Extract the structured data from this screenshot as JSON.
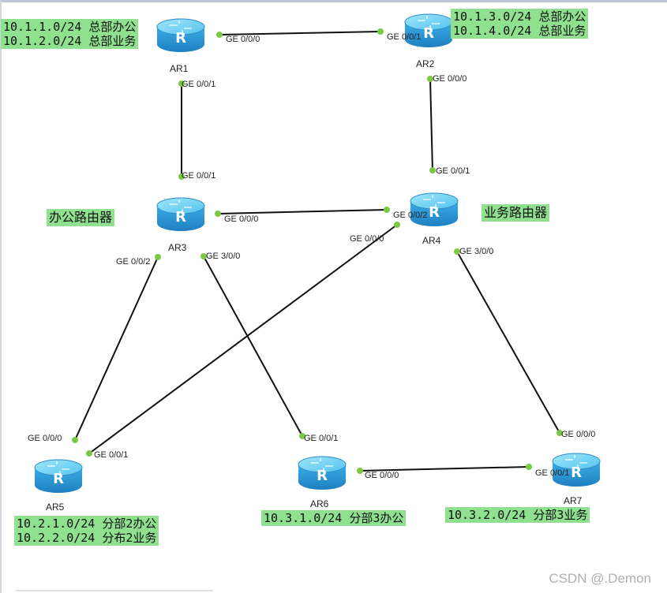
{
  "routers": [
    {
      "id": "AR1",
      "name": "AR1"
    },
    {
      "id": "AR2",
      "name": "AR2"
    },
    {
      "id": "AR3",
      "name": "AR3"
    },
    {
      "id": "AR4",
      "name": "AR4"
    },
    {
      "id": "AR5",
      "name": "AR5"
    },
    {
      "id": "AR6",
      "name": "AR6"
    },
    {
      "id": "AR7",
      "name": "AR7"
    }
  ],
  "router_icon_letter": "R",
  "links": [
    {
      "from": "AR1",
      "to": "AR2",
      "from_port": "GE 0/0/0",
      "to_port": "GE 0/0/1"
    },
    {
      "from": "AR1",
      "to": "AR3",
      "from_port": "GE 0/0/1",
      "to_port": "GE 0/0/1"
    },
    {
      "from": "AR2",
      "to": "AR4",
      "from_port": "GE 0/0/0",
      "to_port": "GE 0/0/1"
    },
    {
      "from": "AR3",
      "to": "AR4",
      "from_port": "GE 0/0/0",
      "to_port": "GE 0/0/2"
    },
    {
      "from": "AR3",
      "to": "AR5",
      "from_port": "GE 0/0/2",
      "to_port": "GE 0/0/0"
    },
    {
      "from": "AR3",
      "to": "AR6",
      "from_port": "GE 3/0/0",
      "to_port": "GE 0/0/1"
    },
    {
      "from": "AR4",
      "to": "AR5",
      "from_port": "GE 0/0/0",
      "to_port": "GE 0/0/1"
    },
    {
      "from": "AR4",
      "to": "AR7",
      "from_port": "GE 3/0/0",
      "to_port": "GE 0/0/0"
    },
    {
      "from": "AR6",
      "to": "AR7",
      "from_port": "GE 0/0/0",
      "to_port": "GE 0/0/1"
    }
  ],
  "network_labels": {
    "ar1": [
      "10.1.1.0/24 总部办公",
      "10.1.2.0/24 总部业务"
    ],
    "ar2": [
      "10.1.3.0/24 总部办公",
      "10.1.4.0/24 总部业务"
    ],
    "ar5": [
      "10.2.1.0/24 分部2办公",
      "10.2.2.0/24 分布2业务"
    ],
    "ar6": [
      "10.3.1.0/24 分部3办公"
    ],
    "ar7": [
      "10.3.2.0/24 分部3业务"
    ]
  },
  "role_labels": {
    "ar3": "办公路由器",
    "ar4": "业务路由器"
  },
  "watermark": "CSDN @.Demon",
  "colors": {
    "label_bg": "#8fe08f",
    "port_dot": "#7ac943",
    "link": "#111111",
    "router_top": "#6fd0f0",
    "router_body": "#2f9fd8"
  }
}
